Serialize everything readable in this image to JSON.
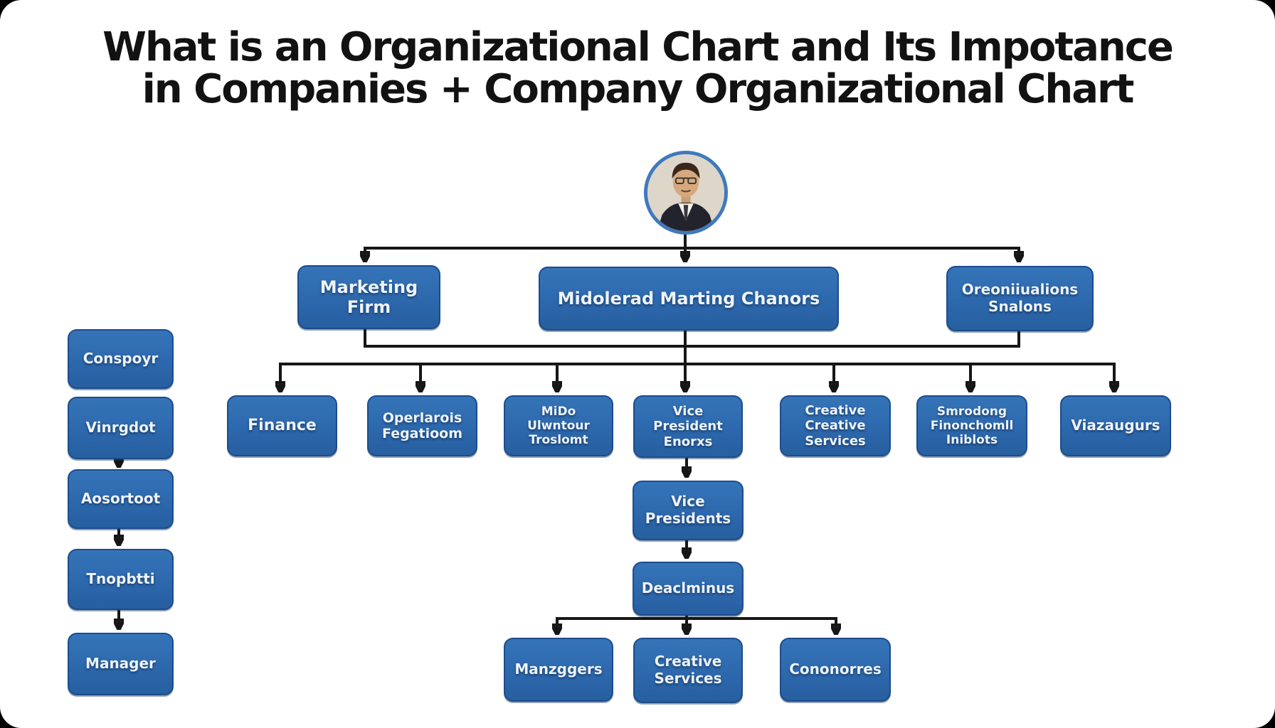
{
  "title": {
    "line1": "What is an Organizational Chart and Its Impotance",
    "line2": "in Companies + Company Organizational Chart"
  },
  "chart": {
    "root": {
      "icon": "ceo-portrait"
    },
    "top_row": [
      {
        "label": "Marketing\nFirm"
      },
      {
        "label": "Midolerad Marting Chanors"
      },
      {
        "label": "Oreoniiualions\nSnalons"
      }
    ],
    "second_row": [
      {
        "label": "Finance"
      },
      {
        "label": "Operlarois\nFegatioom"
      },
      {
        "label": "MiDo\nUlwntour\nTroslomt"
      },
      {
        "label": "Vice\nPresident\nEnorxs"
      },
      {
        "label": "Creative\nCreative\nServices"
      },
      {
        "label": "Smrodong\nFinonchomll\nIniblots"
      },
      {
        "label": "Viazaugurs"
      }
    ],
    "center_chain": [
      {
        "label": "Vice\nPresidents"
      },
      {
        "label": "Deaclminus"
      }
    ],
    "bottom_row": [
      {
        "label": "Manzggers"
      },
      {
        "label": "Creative\nServices"
      },
      {
        "label": "Cononorres"
      }
    ],
    "left_column": [
      {
        "label": "Conspoyr"
      },
      {
        "label": "Vinrgdot"
      },
      {
        "label": "Aosortoot"
      },
      {
        "label": "Tnopbtti"
      },
      {
        "label": "Manager"
      }
    ]
  },
  "colors": {
    "box_fill": "#2d68ad",
    "box_border": "#1c4c8c",
    "connector": "#161616",
    "title_text": "#121212",
    "background": "#ffffff"
  }
}
